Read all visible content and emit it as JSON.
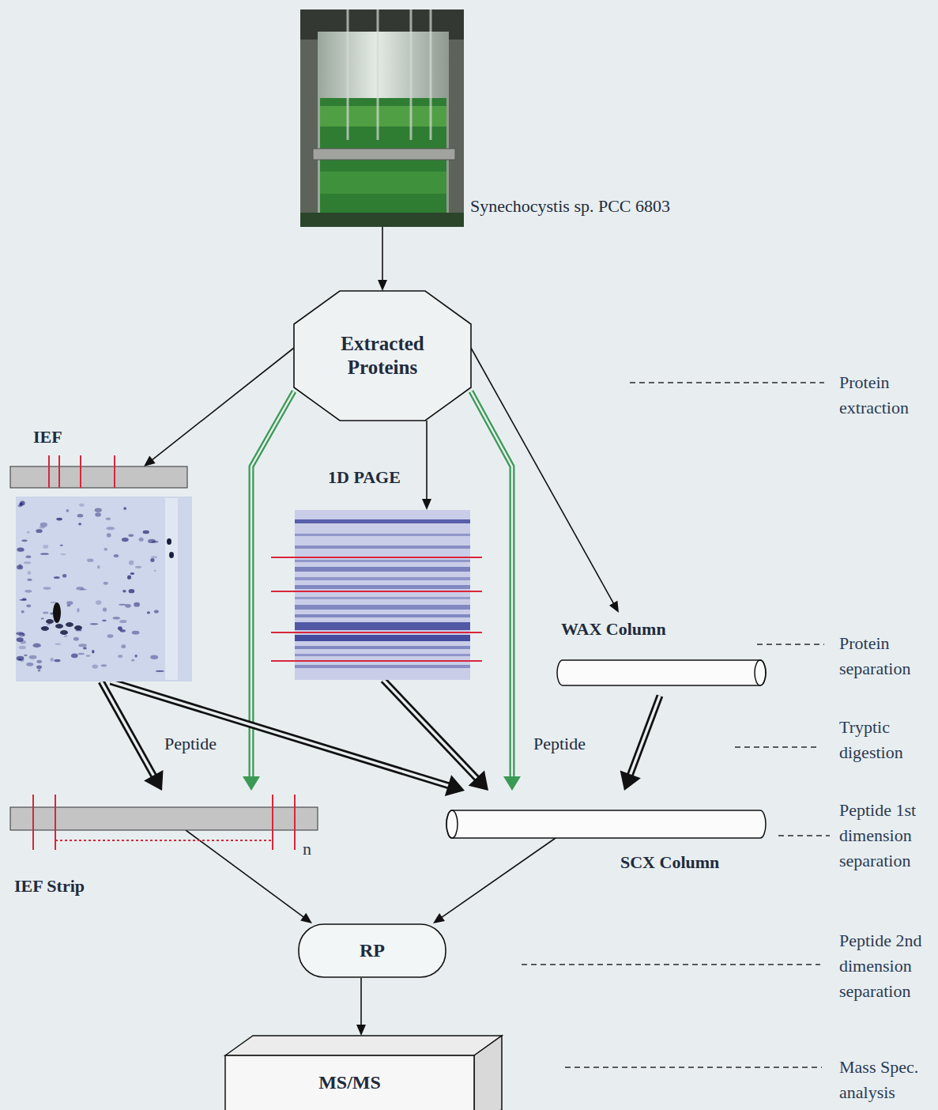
{
  "diagram": {
    "nodes": [
      {
        "text": [
          "Synechocystis sp. PCC 6803"
        ]
      },
      {
        "text": [
          "Extracted Proteins"
        ]
      },
      {
        "text": [
          "IEF"
        ]
      },
      {
        "text": [
          "1D PAGE"
        ]
      },
      {
        "text": [
          "WAX Column"
        ]
      },
      {
        "text": [
          "IEF Strip"
        ]
      },
      {
        "text": [
          "SCX Column"
        ]
      },
      {
        "text": [
          "RP"
        ]
      },
      {
        "text": [
          "MS/MS"
        ]
      }
    ],
    "edges": [
      {
        "from": 0,
        "to": 1,
        "arrow": "to"
      },
      {
        "from": 1,
        "to": 2,
        "arrow": "to"
      },
      {
        "from": 1,
        "to": 3,
        "arrow": "to"
      },
      {
        "from": 1,
        "to": 4,
        "arrow": "to"
      },
      {
        "from": 1,
        "to": 5,
        "arrow": "to"
      },
      {
        "from": 1,
        "to": 6,
        "arrow": "to",
        "label": "Peptide"
      },
      {
        "from": 2,
        "to": 5,
        "arrow": "to",
        "label": "Peptide"
      },
      {
        "from": 2,
        "to": 6,
        "arrow": "to"
      },
      {
        "from": 3,
        "to": 6,
        "arrow": "to"
      },
      {
        "from": 4,
        "to": 6,
        "arrow": "to"
      },
      {
        "from": 5,
        "to": 7,
        "arrow": "to"
      },
      {
        "from": 6,
        "to": 7,
        "arrow": "to"
      },
      {
        "from": 7,
        "to": 8,
        "arrow": "to"
      }
    ],
    "labels": [
      "Protein extraction",
      "Protein separation",
      "Tryptic digestion",
      "Peptide 1st dimension separation",
      "Peptide 2nd dimension separation",
      "Mass Spec. analysis",
      "n"
    ]
  }
}
